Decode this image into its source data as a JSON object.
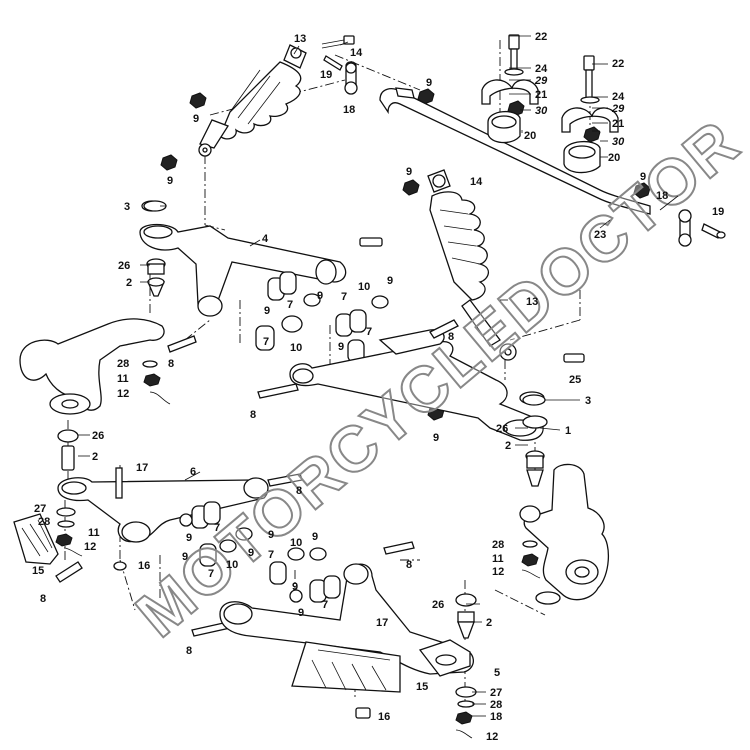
{
  "diagram": {
    "watermark": "MOTORCYCLEDOCTOR",
    "callouts": [
      {
        "id": "c13a",
        "text": "13"
      },
      {
        "id": "c14a",
        "text": "14"
      },
      {
        "id": "c19a",
        "text": "19"
      },
      {
        "id": "c18a",
        "text": "18"
      },
      {
        "id": "c9a",
        "text": "9"
      },
      {
        "id": "c9b",
        "text": "9"
      },
      {
        "id": "c9c",
        "text": "9"
      },
      {
        "id": "c22a",
        "text": "22"
      },
      {
        "id": "c24a",
        "text": "24"
      },
      {
        "id": "c29a",
        "text": "29"
      },
      {
        "id": "c21a",
        "text": "21"
      },
      {
        "id": "c30a",
        "text": "30"
      },
      {
        "id": "c20a",
        "text": "20"
      },
      {
        "id": "c22b",
        "text": "22"
      },
      {
        "id": "c24b",
        "text": "24"
      },
      {
        "id": "c29b",
        "text": "29"
      },
      {
        "id": "c21b",
        "text": "21"
      },
      {
        "id": "c30b",
        "text": "30"
      },
      {
        "id": "c20b",
        "text": "20"
      },
      {
        "id": "c9d",
        "text": "9"
      },
      {
        "id": "c14b",
        "text": "14"
      },
      {
        "id": "c9e",
        "text": "9"
      },
      {
        "id": "c18b",
        "text": "18"
      },
      {
        "id": "c19b",
        "text": "19"
      },
      {
        "id": "c23",
        "text": "23"
      },
      {
        "id": "c3a",
        "text": "3"
      },
      {
        "id": "c4",
        "text": "4"
      },
      {
        "id": "c26a",
        "text": "26"
      },
      {
        "id": "c2a",
        "text": "2"
      },
      {
        "id": "c9f",
        "text": "9"
      },
      {
        "id": "c7a",
        "text": "7"
      },
      {
        "id": "c9g",
        "text": "9"
      },
      {
        "id": "c10a",
        "text": "10"
      },
      {
        "id": "c9h",
        "text": "9"
      },
      {
        "id": "c7b",
        "text": "7"
      },
      {
        "id": "c8a",
        "text": "8"
      },
      {
        "id": "c7c",
        "text": "7"
      },
      {
        "id": "c10b",
        "text": "10"
      },
      {
        "id": "c13b",
        "text": "13"
      },
      {
        "id": "c28a",
        "text": "28"
      },
      {
        "id": "c11a",
        "text": "11"
      },
      {
        "id": "c12a",
        "text": "12"
      },
      {
        "id": "c9i",
        "text": "9"
      },
      {
        "id": "c7d",
        "text": "7"
      },
      {
        "id": "c8b",
        "text": "8"
      },
      {
        "id": "c8c",
        "text": "8"
      },
      {
        "id": "c25",
        "text": "25"
      },
      {
        "id": "c3b",
        "text": "3"
      },
      {
        "id": "c9j",
        "text": "9"
      },
      {
        "id": "c1",
        "text": "1"
      },
      {
        "id": "c26b",
        "text": "26"
      },
      {
        "id": "c2b",
        "text": "2"
      },
      {
        "id": "c26c",
        "text": "26"
      },
      {
        "id": "c2c",
        "text": "2"
      },
      {
        "id": "c17a",
        "text": "17"
      },
      {
        "id": "c6",
        "text": "6"
      },
      {
        "id": "c8d",
        "text": "8"
      },
      {
        "id": "c27a",
        "text": "27"
      },
      {
        "id": "c28b",
        "text": "28"
      },
      {
        "id": "c11b",
        "text": "11"
      },
      {
        "id": "c12b",
        "text": "12"
      },
      {
        "id": "c9k",
        "text": "9"
      },
      {
        "id": "c7e",
        "text": "7"
      },
      {
        "id": "c9l",
        "text": "9"
      },
      {
        "id": "c16a",
        "text": "16"
      },
      {
        "id": "c7f",
        "text": "7"
      },
      {
        "id": "c10c",
        "text": "10"
      },
      {
        "id": "c9m",
        "text": "9"
      },
      {
        "id": "c15a",
        "text": "15"
      },
      {
        "id": "c8e",
        "text": "8"
      },
      {
        "id": "c9n",
        "text": "9"
      },
      {
        "id": "c10d",
        "text": "10"
      },
      {
        "id": "c9o",
        "text": "9"
      },
      {
        "id": "c8f",
        "text": "8"
      },
      {
        "id": "c7g",
        "text": "7"
      },
      {
        "id": "c9p",
        "text": "9"
      },
      {
        "id": "c7h",
        "text": "7"
      },
      {
        "id": "c9q",
        "text": "9"
      },
      {
        "id": "c28c",
        "text": "28"
      },
      {
        "id": "c11c",
        "text": "11"
      },
      {
        "id": "c12c",
        "text": "12"
      },
      {
        "id": "c26d",
        "text": "26"
      },
      {
        "id": "c2d",
        "text": "2"
      },
      {
        "id": "c17b",
        "text": "17"
      },
      {
        "id": "c8g",
        "text": "8"
      },
      {
        "id": "c5",
        "text": "5"
      },
      {
        "id": "c15b",
        "text": "15"
      },
      {
        "id": "c27b",
        "text": "27"
      },
      {
        "id": "c28d",
        "text": "28"
      },
      {
        "id": "c18c",
        "text": "18"
      },
      {
        "id": "c16b",
        "text": "16"
      },
      {
        "id": "c12d",
        "text": "12"
      }
    ]
  }
}
